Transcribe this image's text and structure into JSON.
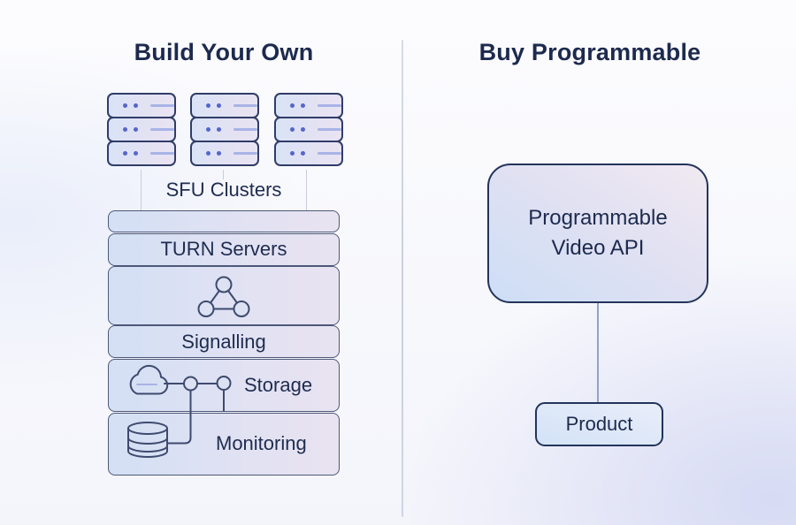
{
  "left_panel": {
    "title": "Build Your Own",
    "sfu_clusters_label": "SFU Clusters",
    "server_stack_count": 3,
    "servers_per_stack": 3,
    "layers": {
      "turn": "TURN Servers",
      "signalling": "Signalling",
      "storage": "Storage",
      "monitoring": "Monitoring"
    }
  },
  "right_panel": {
    "title": "Buy Programmable",
    "api_line1": "Programmable",
    "api_line2": "Video API",
    "product": "Product"
  },
  "icons": {
    "server_rack": "server-rack-icon",
    "network": "network-triangle-icon",
    "cloud": "cloud-icon",
    "database": "database-cylinder-icon"
  },
  "colors": {
    "title_text": "#1d2a4e",
    "label_text": "#1e2c4f",
    "layer_border": "#4d5878",
    "dark_border": "#23345a",
    "icon_stroke": "#3e4a6e",
    "accent_dot": "#5566c9",
    "accent_bar": "#a9b3e6",
    "connector_light": "#c8cce0",
    "connector_right": "#93a3c4",
    "divider": "#c3cbdd"
  }
}
